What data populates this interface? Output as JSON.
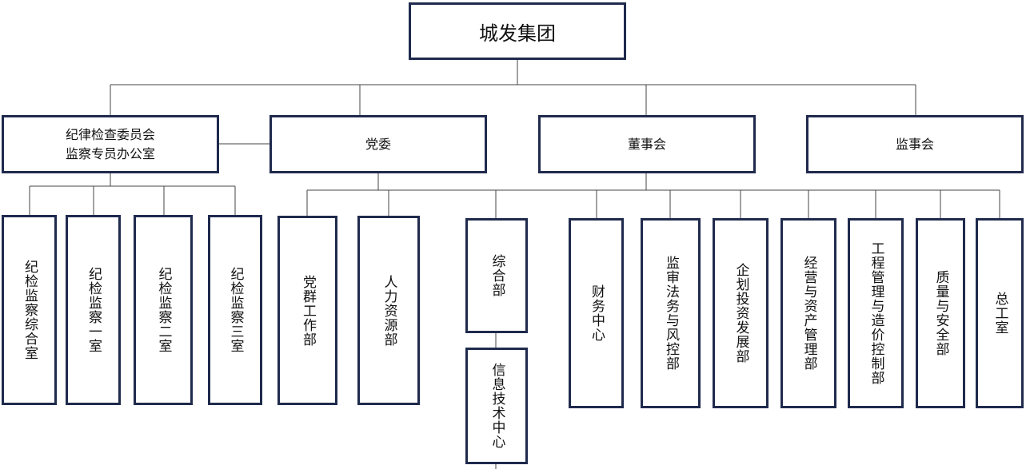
{
  "root": {
    "label": "城发集团"
  },
  "top": {
    "discipline_line1": "纪律检查委员会",
    "discipline_line2": "监察专员办公室",
    "party": "党委",
    "board": "董事会",
    "supervisors": "监事会"
  },
  "discipline_units": [
    "纪检监察综合室",
    "纪检监察一室",
    "纪检监察二室",
    "纪检监察三室"
  ],
  "party_units": [
    "党群工作部",
    "人力资源部"
  ],
  "general_unit": "综合部",
  "it_unit": "信息技术中心",
  "board_units": [
    "财务中心",
    "监审法务与风控部",
    "企划投资发展部",
    "经营与资产管理部",
    "工程管理与造价控制部",
    "质量与安全部",
    "总工室"
  ]
}
